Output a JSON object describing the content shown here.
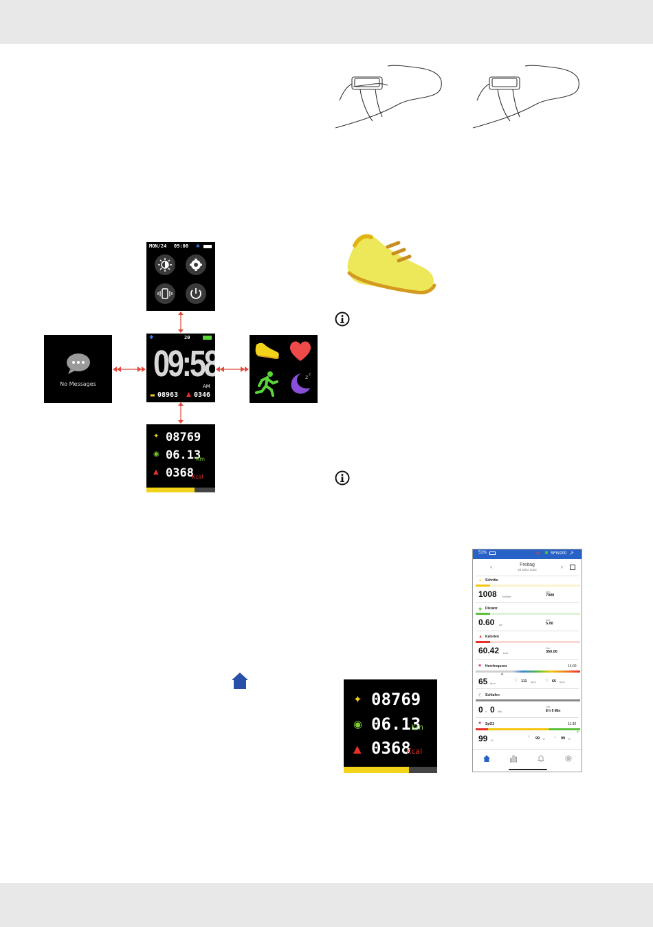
{
  "control_screen": {
    "date": "MON/24",
    "time": "09:00",
    "icons": [
      "brightness-icon",
      "settings-icon",
      "vibration-icon",
      "power-icon"
    ]
  },
  "main_screen": {
    "day": "20",
    "time_hours": "09",
    "time_minutes": "58",
    "ampm": "AM",
    "steps": "08963",
    "calories": "0346"
  },
  "messages_screen": {
    "text": "No Messages"
  },
  "activity_screen": {
    "steps": "08769",
    "distance": "06.13",
    "distance_unit": "Km",
    "calories": "0368",
    "calories_unit": "Kcal",
    "progress": 0.7
  },
  "colors": {
    "accent_blue": "#2850a8",
    "arrow_red": "#e0493c",
    "steps_yellow": "#f2d319",
    "distance_green": "#7bcb33",
    "calories_red": "#e8302b"
  },
  "app": {
    "battery": "51%",
    "device": "SFW200",
    "day": "Freitag",
    "date": "25 März 2022",
    "sections": [
      {
        "title": "Schritte",
        "value": "1008",
        "unit": "Schritte",
        "goal_label": "Ziel",
        "goal": "7000",
        "color": "#f2c40c"
      },
      {
        "title": "Distanz",
        "value": "0.60",
        "unit": "km",
        "goal_label": "Ziel",
        "goal": "5.00",
        "color": "#5bbf3a"
      },
      {
        "title": "Kalorien",
        "value": "60.42",
        "unit": "kcal",
        "goal_label": "Ziel",
        "goal": "350.00",
        "color": "#e8302b"
      }
    ],
    "heart": {
      "title": "Herzfrequenz",
      "time": "14:00",
      "value": "65",
      "unit": "bpm",
      "max": "111",
      "max_unit": "bpm",
      "min": "65",
      "min_unit": "bpm"
    },
    "sleep": {
      "title": "Schlafen",
      "hours": "0",
      "h": "h",
      "minutes": "0",
      "min": "Min",
      "goal_label": "Ziel",
      "goal": "8 h 0 Min"
    },
    "spo2": {
      "title": "SpO2",
      "time": "11:30",
      "value": "99",
      "unit": "%",
      "max": "99",
      "min": "99",
      "pct": "%"
    }
  }
}
